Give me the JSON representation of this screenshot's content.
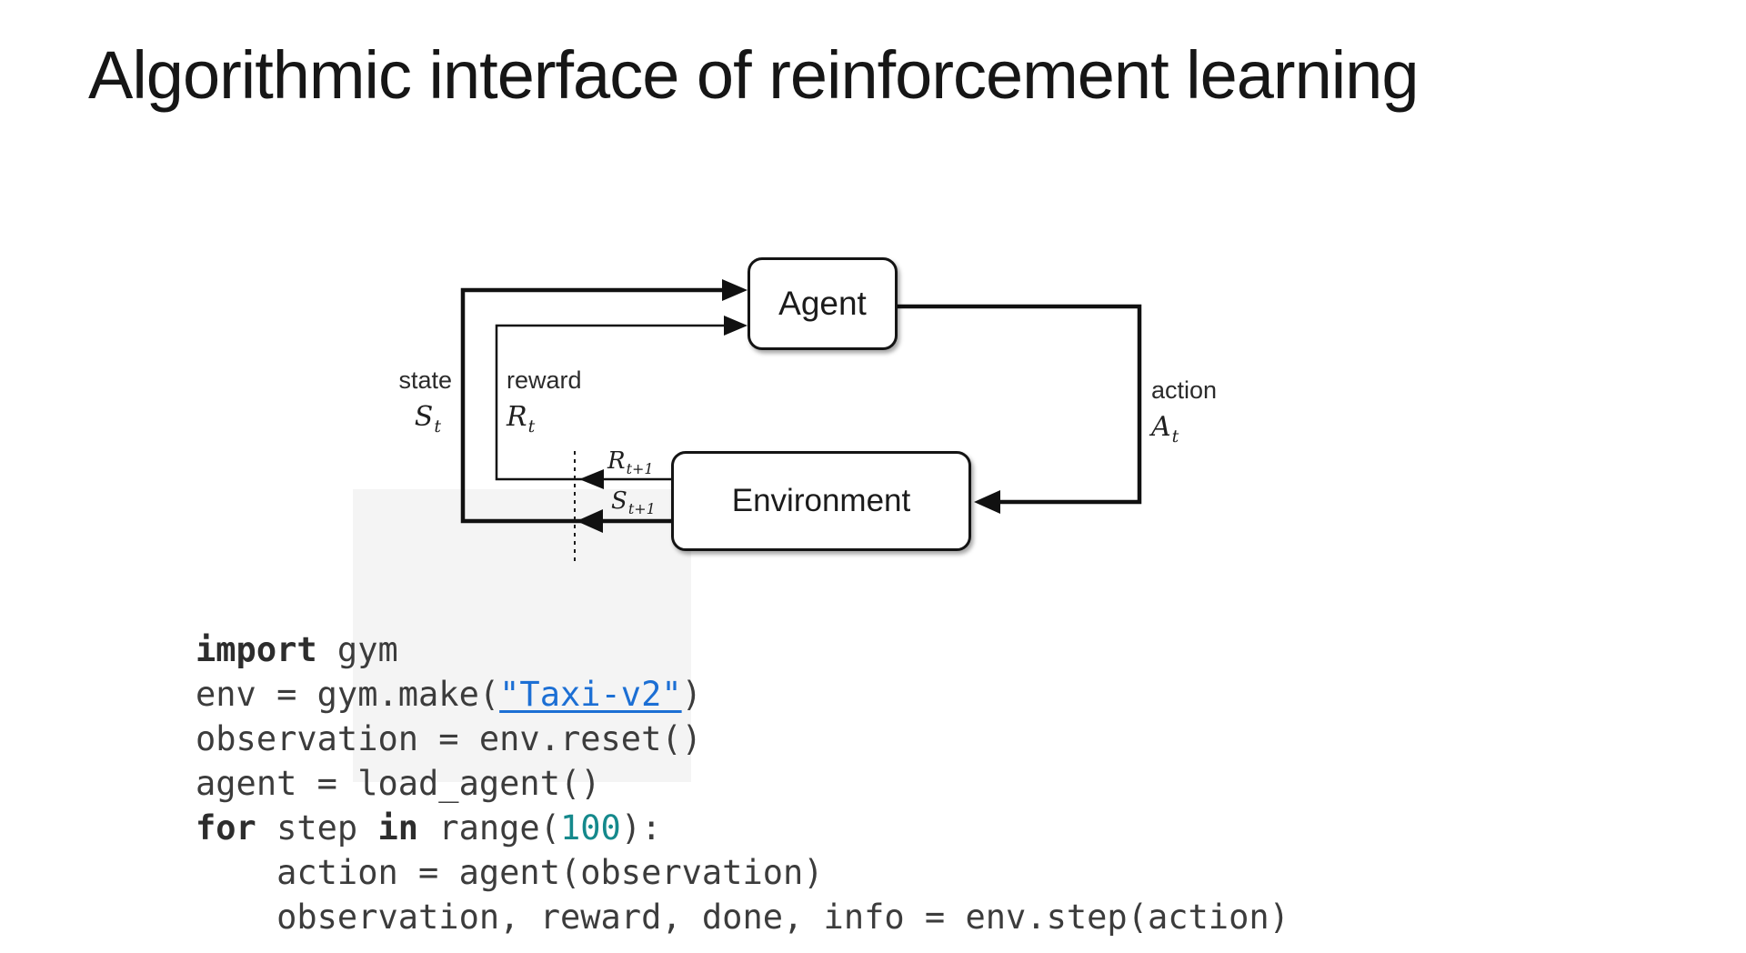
{
  "title": "Algorithmic interface of reinforcement learning",
  "diagram": {
    "agent_label": "Agent",
    "environment_label": "Environment",
    "state": {
      "label": "state",
      "base": "S",
      "sub": "t"
    },
    "reward": {
      "label": "reward",
      "base": "R",
      "sub": "t"
    },
    "action": {
      "label": "action",
      "base": "A",
      "sub": "t"
    },
    "reward_next": {
      "base": "R",
      "sub": "t+1"
    },
    "state_next": {
      "base": "S",
      "sub": "t+1"
    },
    "line_color": "#111111"
  },
  "code": {
    "colors": {
      "keyword": "#2d2d2d",
      "plain": "#3c3c3c",
      "link": "#1c6fd4",
      "number": "#15898c"
    },
    "lines": [
      [
        {
          "t": "import",
          "s": "k"
        },
        {
          "t": " gym",
          "s": "p"
        }
      ],
      [
        {
          "t": "env = gym.make(",
          "s": "p"
        },
        {
          "t": "\"Taxi-v2\"",
          "s": "l"
        },
        {
          "t": ")",
          "s": "p"
        }
      ],
      [
        {
          "t": "observation = env.reset()",
          "s": "p"
        }
      ],
      [
        {
          "t": "agent = load_agent()",
          "s": "p"
        }
      ],
      [
        {
          "t": "for",
          "s": "k"
        },
        {
          "t": " step ",
          "s": "p"
        },
        {
          "t": "in",
          "s": "k"
        },
        {
          "t": " range(",
          "s": "p"
        },
        {
          "t": "100",
          "s": "n"
        },
        {
          "t": "):",
          "s": "p"
        }
      ],
      [
        {
          "t": "    action = agent(observation)",
          "s": "p"
        }
      ],
      [
        {
          "t": "    observation, reward, done, info = env.step(action)",
          "s": "p"
        }
      ]
    ]
  }
}
